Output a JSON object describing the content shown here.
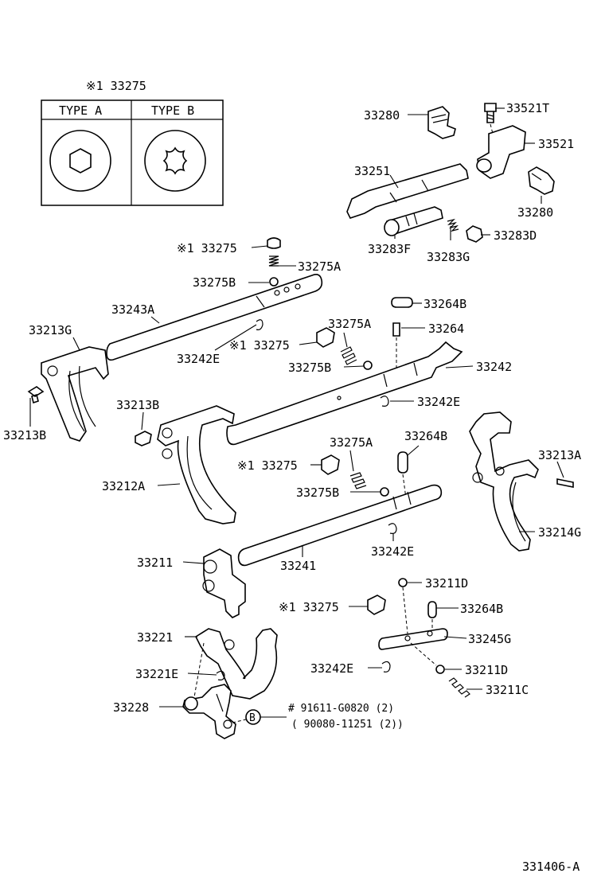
{
  "inset": {
    "title": "※1 33275",
    "type_a": "TYPE A",
    "type_b": "TYPE B"
  },
  "labels": {
    "l33280_top": "33280",
    "l33521T": "33521T",
    "l33521": "33521",
    "l33251": "33251",
    "l33280_right": "33280",
    "l33283F": "33283F",
    "l33283G": "33283G",
    "l33283D": "33283D",
    "l33275_1": "※1 33275",
    "l33275A_1": "33275A",
    "l33275B_1": "33275B",
    "l33243A": "33243A",
    "l33264B_1": "33264B",
    "l33264": "33264",
    "l33213G": "33213G",
    "l33242E_1": "33242E",
    "l33275A_2": "33275A",
    "l33275_2": "※1 33275",
    "l33275B_2": "33275B",
    "l33242": "33242",
    "l33213B_left": "33213B",
    "l33213B_mid": "33213B",
    "l33242E_2": "33242E",
    "l33264B_2": "33264B",
    "l33275A_3": "33275A",
    "l33213A": "33213A",
    "l33275_3": "※1 33275",
    "l33275B_3": "33275B",
    "l33212A": "33212A",
    "l33214G": "33214G",
    "l33242E_3": "33242E",
    "l33211": "33211",
    "l33241": "33241",
    "l33211D_1": "33211D",
    "l33275_4": "※1 33275",
    "l33264B_3": "33264B",
    "l33221": "33221",
    "l33245G": "33245G",
    "l33221E": "33221E",
    "l33242E_4": "33242E",
    "l33211D_2": "33211D",
    "l33211C": "33211C",
    "l33228": "33228",
    "bolt_ref": "B",
    "bolt_1": "# 91611-G0820 (2)",
    "bolt_2": "( 90080-11251 (2))",
    "diagram_id": "331406-A"
  }
}
